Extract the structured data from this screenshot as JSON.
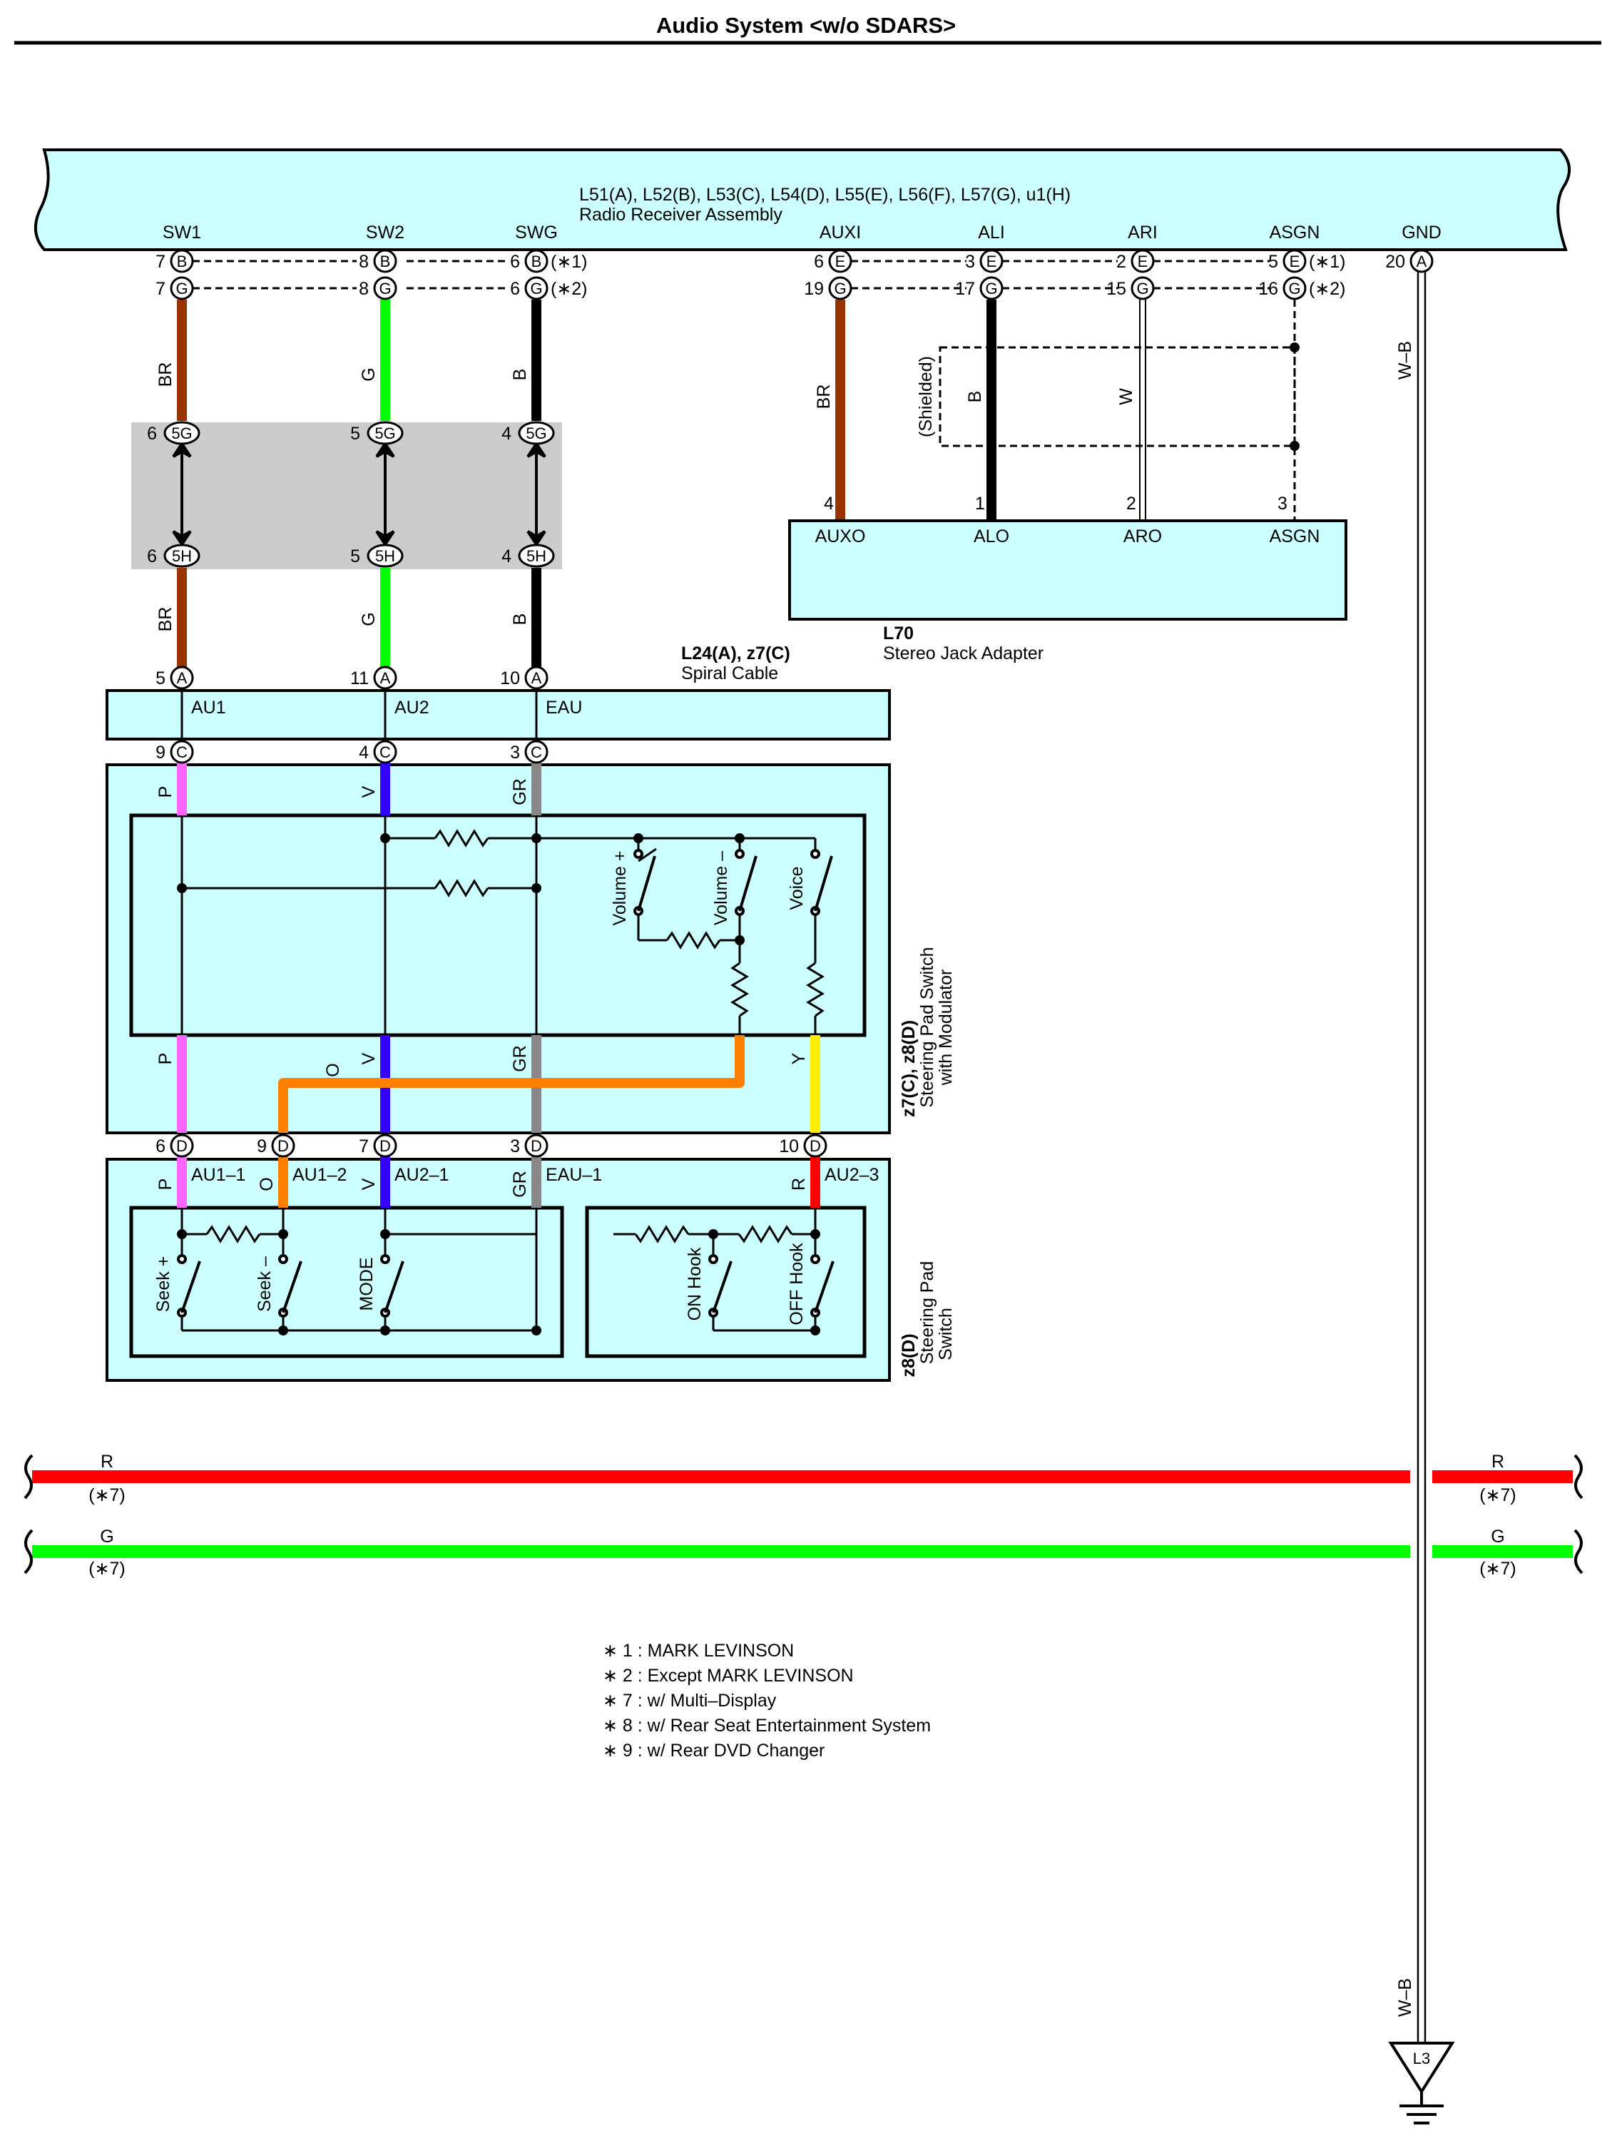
{
  "title": "Audio System <w/o SDARS>",
  "components": {
    "radio": {
      "code": "L51(A), L52(B), L53(C), L54(D), L55(E), L56(F), L57(G), u1(H)",
      "name": "Radio Receiver Assembly",
      "terminals": [
        "SW1",
        "SW2",
        "SWG",
        "AUXI",
        "ALI",
        "ARI",
        "ASGN",
        "GND"
      ]
    },
    "jack": {
      "code": "L70",
      "name": "Stereo Jack Adapter",
      "terminals": [
        "AUXO",
        "ALO",
        "ARO",
        "ASGN"
      ]
    },
    "spiral": {
      "code": "L24(A), z7(C)",
      "name": "Spiral Cable",
      "terminals": [
        "AU1",
        "AU2",
        "EAU"
      ]
    },
    "modulator": {
      "code": "z7(C), z8(D)",
      "name1": "Steering Pad Switch",
      "name2": "with Modulator"
    },
    "steering": {
      "code": "z8(D)",
      "name1": "Steering Pad",
      "name2": "Switch",
      "terminals": [
        "AU1–1",
        "AU1–2",
        "AU2–1",
        "EAU–1",
        "AU2–3"
      ]
    }
  },
  "connectors": {
    "B": "B",
    "G": "G",
    "E": "E",
    "A": "A",
    "C": "C",
    "D": "D",
    "5G": "5G",
    "5H": "5H",
    "L3": "L3"
  },
  "pins": {
    "sw1_b": "7",
    "sw1_g": "7",
    "sw2_b": "8",
    "sw2_g": "8",
    "swg_b": "6",
    "swg_g": "6",
    "auxi_e": "6",
    "auxi_g": "19",
    "ali_e": "3",
    "ali_g": "17",
    "ari_e": "2",
    "ari_g": "15",
    "asgn_e": "5",
    "asgn_g": "16",
    "gnd_a": "20",
    "c5g_1": "6",
    "c5g_2": "5",
    "c5g_3": "4",
    "c5h_1": "6",
    "c5h_2": "5",
    "c5h_3": "4",
    "jack_1": "4",
    "jack_2": "1",
    "jack_3": "2",
    "jack_4": "3",
    "spiral_a1": "5",
    "spiral_a2": "11",
    "spiral_a3": "10",
    "spiral_c1": "9",
    "spiral_c2": "4",
    "spiral_c3": "3",
    "mod_d1": "6",
    "mod_d2": "9",
    "mod_d3": "7",
    "mod_d4": "3",
    "mod_d5": "10"
  },
  "notes_ref": {
    "n1": "(∗1)",
    "n2": "(∗2)",
    "n7": "(∗7)"
  },
  "wires": {
    "br": "BR",
    "g": "G",
    "b": "B",
    "w": "W",
    "p": "P",
    "v": "V",
    "gr": "GR",
    "o": "O",
    "y": "Y",
    "r": "R",
    "wb": "W–B",
    "shielded": "(Shielded)"
  },
  "switches": {
    "volume_plus": "Volume +",
    "volume_minus": "Volume –",
    "voice": "Voice",
    "seek_plus": "Seek +",
    "seek_minus": "Seek –",
    "mode": "MODE",
    "on_hook": "ON Hook",
    "off_hook": "OFF Hook"
  },
  "notes": [
    "∗ 1 : MARK LEVINSON",
    "∗ 2 : Except MARK LEVINSON",
    "∗ 7 : w/ Multi–Display",
    "∗ 8 : w/ Rear Seat Entertainment System",
    "∗ 9 : w/ Rear DVD Changer"
  ],
  "colors": {
    "brown": "#993300",
    "green": "#00ff00",
    "black": "#000000",
    "pink": "#ff66ff",
    "violet": "#3300ff",
    "gray": "#888888",
    "orange": "#ff8000",
    "yellow": "#ffee00",
    "red": "#ff0000",
    "box_fill": "#ccffff",
    "connector_fill": "#cccccc"
  }
}
